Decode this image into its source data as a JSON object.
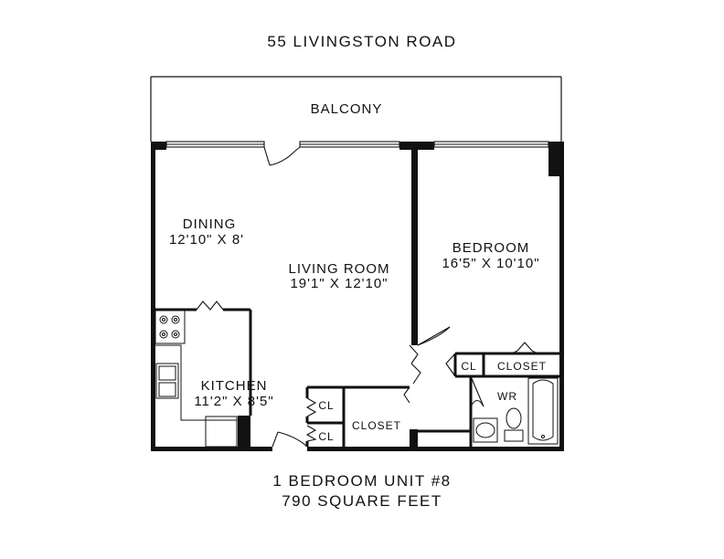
{
  "header": {
    "address": "55 LIVINGSTON ROAD"
  },
  "rooms": {
    "balcony": "BALCONY",
    "dining": {
      "name": "DINING",
      "size": "12'10\" X 8'"
    },
    "living": {
      "name": "LIVING ROOM",
      "size": "19'1\" X 12'10\""
    },
    "bedroom": {
      "name": "BEDROOM",
      "size": "16'5\" X 10'10\""
    },
    "kitchen": {
      "name": "KITCHEN",
      "size": "11'2\" X 8'5\""
    },
    "cl_bed": "CL",
    "closet_bed": "CLOSET",
    "wr": "WR",
    "cl_top": "CL",
    "cl_bottom": "CL",
    "closet_hall": "CLOSET"
  },
  "footer": {
    "unit": "1 BEDROOM UNIT #8",
    "area": "790 SQUARE FEET"
  }
}
